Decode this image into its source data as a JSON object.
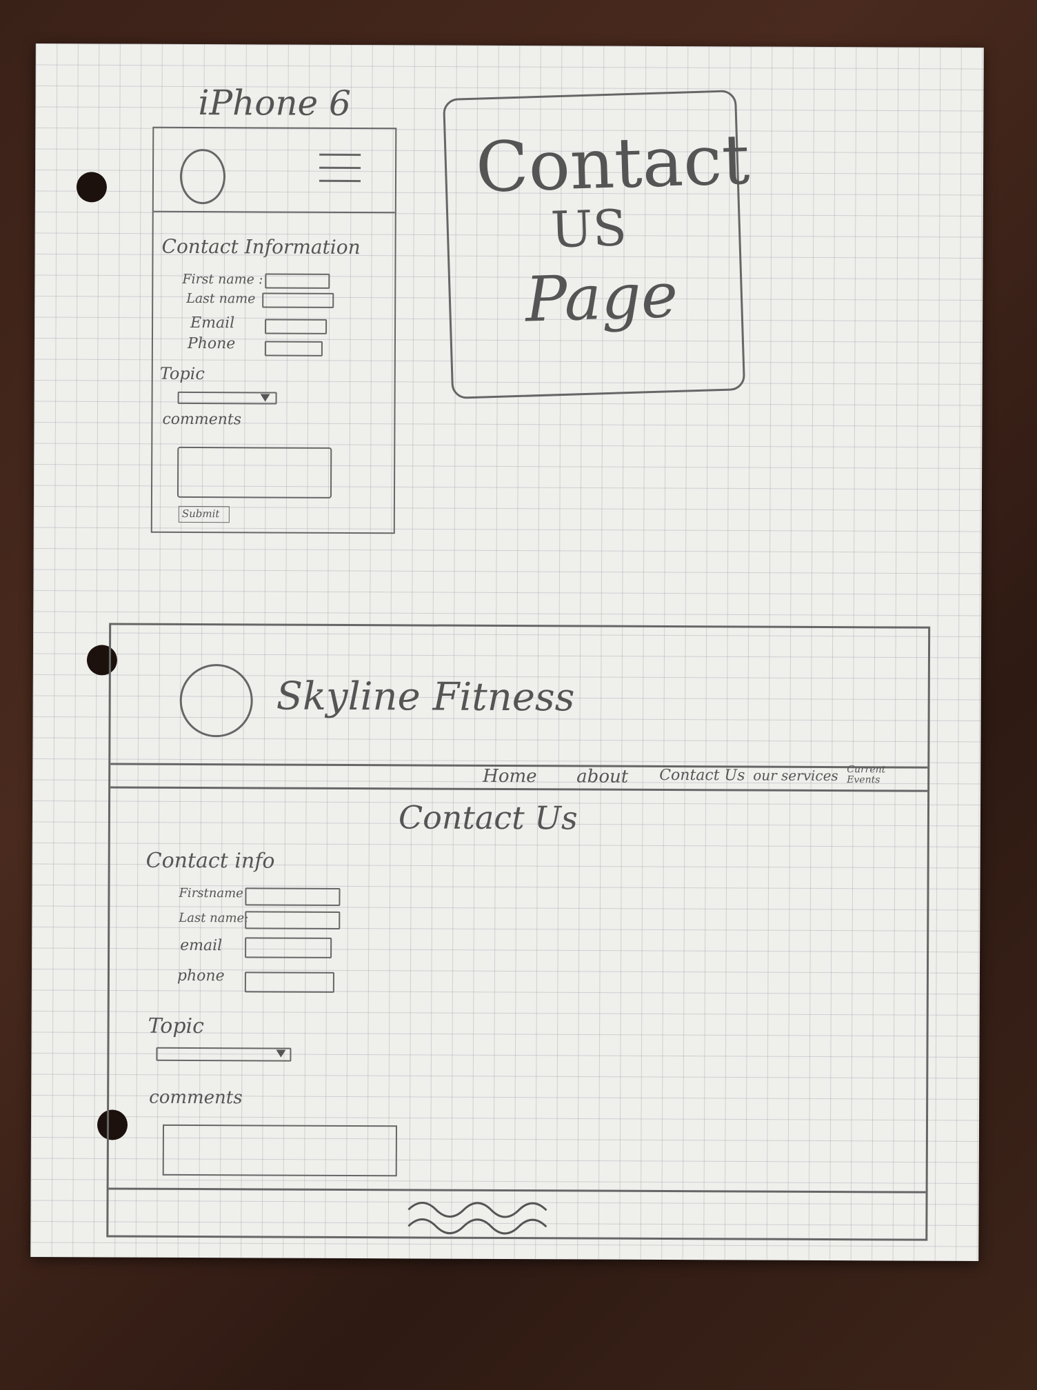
{
  "mobile": {
    "title": "iPhone 6",
    "section_title": "Contact Information",
    "fields": [
      {
        "label": "First name :"
      },
      {
        "label": "Last name"
      },
      {
        "label": "Email"
      },
      {
        "label": "Phone"
      }
    ],
    "topic_label": "Topic",
    "comments_label": "comments",
    "submit_label": "Submit"
  },
  "page_card": {
    "line1": "Contact",
    "line2": "US",
    "line3": "Page"
  },
  "desktop": {
    "brand": "Skyline Fitness",
    "nav": [
      "Home",
      "about",
      "Contact Us",
      "our services",
      "Current Events"
    ],
    "heading": "Contact Us",
    "section_title": "Contact info",
    "fields": [
      {
        "label": "Firstname"
      },
      {
        "label": "Last name:"
      },
      {
        "label": "email"
      },
      {
        "label": "phone"
      }
    ],
    "topic_label": "Topic",
    "comments_label": "comments"
  }
}
